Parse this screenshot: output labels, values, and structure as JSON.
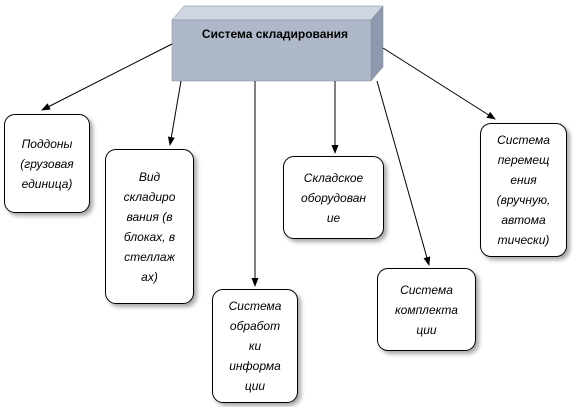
{
  "root": {
    "label": "Система складирования",
    "colors": {
      "front": "#aeb8c8",
      "top": "#cfd6e2",
      "side": "#8e99ad"
    }
  },
  "nodes": [
    {
      "id": "pallets",
      "label": "Поддоны\n(грузовая\nединица)"
    },
    {
      "id": "storage-type",
      "label": "Вид\nскладиро\nвания (в\nблоках, в\nстеллаж\nах)"
    },
    {
      "id": "info-processing",
      "label": "Система\nобработ\nки\nинформа\nции"
    },
    {
      "id": "equipment",
      "label": "Складское\nоборудован\nие"
    },
    {
      "id": "picking",
      "label": "Система\nкомплекта\nции"
    },
    {
      "id": "movement",
      "label": "Система\nперемещ\nения\n(вручную,\nавтома\nтически)"
    }
  ]
}
